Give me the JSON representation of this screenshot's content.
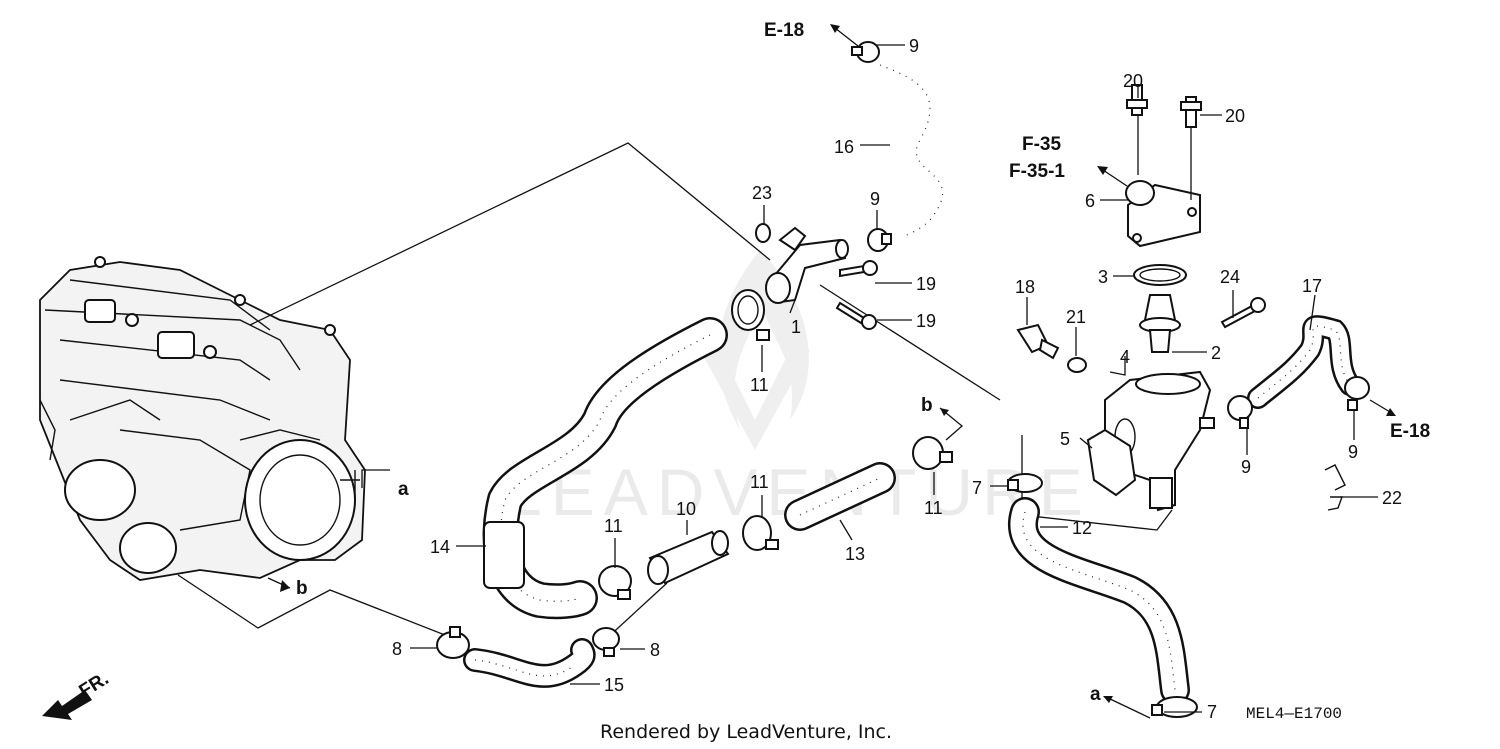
{
  "diagram": {
    "callouts": {
      "p1": "1",
      "p2": "2",
      "p3": "3",
      "p4": "4",
      "p5": "5",
      "p6": "6",
      "p7a": "7",
      "p7b": "7",
      "p8a": "8",
      "p8b": "8",
      "p9a": "9",
      "p9b": "9",
      "p9c": "9",
      "p9d": "9",
      "p10": "10",
      "p11a": "11",
      "p11b": "11",
      "p11c": "11",
      "p11d": "11",
      "p12": "12",
      "p13": "13",
      "p14": "14",
      "p15": "15",
      "p16": "16",
      "p17": "17",
      "p18": "18",
      "p19a": "19",
      "p19b": "19",
      "p20a": "20",
      "p20b": "20",
      "p21": "21",
      "p22": "22",
      "p23": "23",
      "p24": "24"
    },
    "references": {
      "e18_top": "E-18",
      "e18_right": "E-18",
      "f35": "F-35",
      "f351": "F-35-1",
      "a_engine": "a",
      "b_engine": "b",
      "b_hose": "b",
      "a_bottom": "a",
      "front": "FR."
    },
    "diagram_code": "MEL4—E1700",
    "watermark": "LEADVENTURE",
    "footer": "Rendered by LeadVenture, Inc."
  }
}
